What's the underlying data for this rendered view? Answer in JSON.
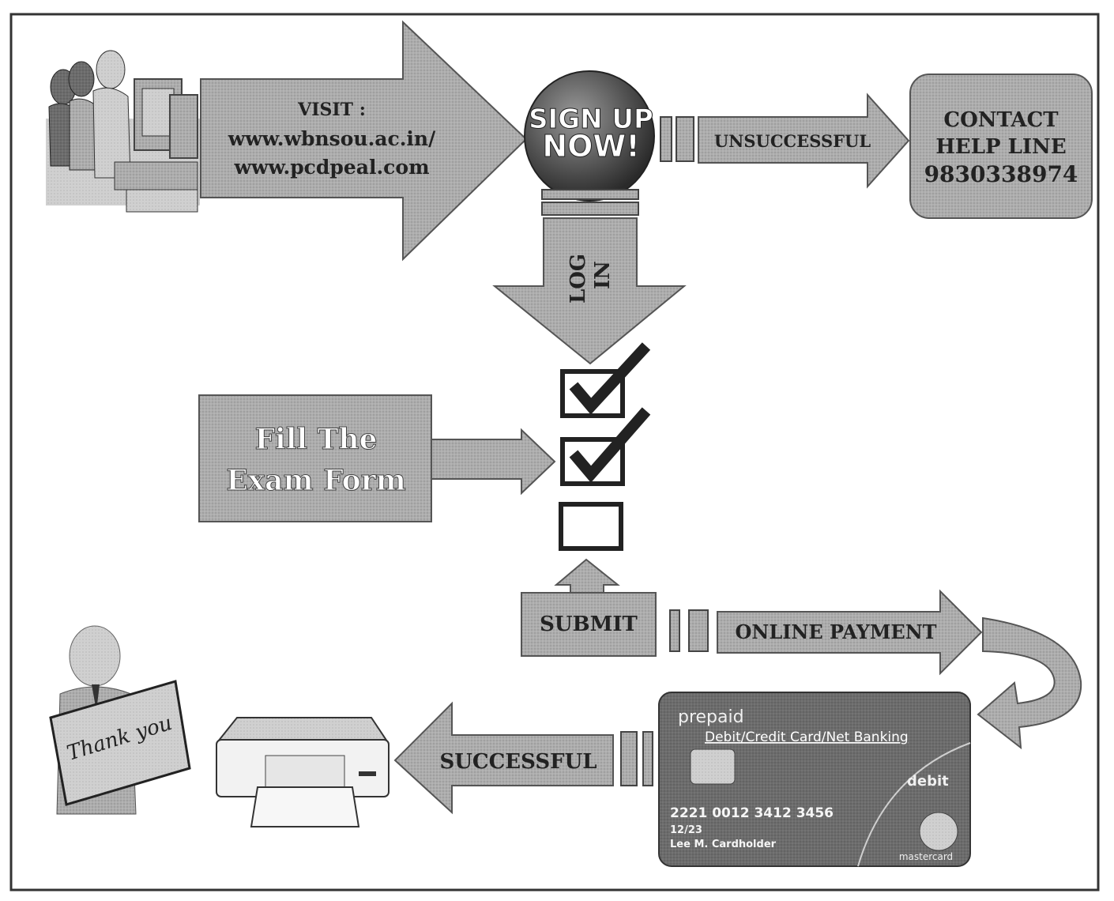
{
  "visit": {
    "label": "VISIT :",
    "url1": "www.wbnsou.ac.in/",
    "url2": "www.pcdpeal.com"
  },
  "signup": {
    "line1": "SIGN UP",
    "line2": "NOW!"
  },
  "unsuccessful": "UNSUCCESSFUL",
  "helpline": {
    "line1": "CONTACT",
    "line2": "HELP LINE",
    "line3": "9830338974"
  },
  "login": {
    "line1": "LOG",
    "line2": "IN"
  },
  "fill_form": {
    "line1": "Fill The",
    "line2": "Exam Form"
  },
  "submit": "SUBMIT",
  "online_payment": "ONLINE PAYMENT",
  "successful": "SUCCESSFUL",
  "thank_you": "Thank you",
  "card": {
    "prepaid": "prepaid",
    "methods": "Debit/Credit Card/Net Banking",
    "debit": "debit",
    "number": "2221 0012 3412 3456",
    "expiry": "12/23",
    "holder": "Lee M. Cardholder",
    "brand": "mastercard"
  },
  "colors": {
    "shape_fill": "#a9a9a9",
    "shape_stroke": "#555555",
    "box_fill": "#9c9c9c",
    "card_fill": "#6e6e6e",
    "check": "#222222"
  }
}
